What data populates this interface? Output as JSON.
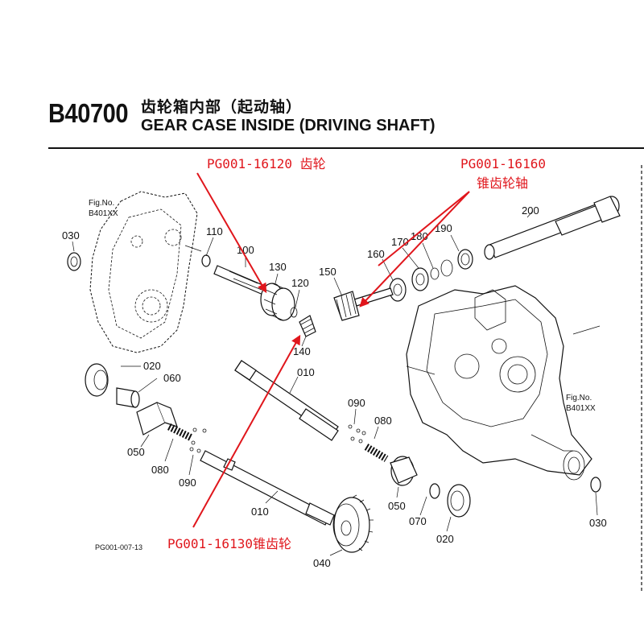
{
  "header": {
    "code": "B40700",
    "title_zh": "齿轮箱内部（起动轴）",
    "title_en": "GEAR CASE INSIDE (DRIVING SHAFT)"
  },
  "figure_refs": {
    "left": {
      "line1": "Fig.No.",
      "line2": "B401XX"
    },
    "right": {
      "line1": "Fig.No.",
      "line2": "B401XX"
    }
  },
  "drawing_id": "PG001-007-13",
  "callouts": {
    "c_030_left": "030",
    "c_110": "110",
    "c_100": "100",
    "c_130": "130",
    "c_120": "120",
    "c_140": "140",
    "c_150": "150",
    "c_160": "160",
    "c_170": "170",
    "c_180": "180",
    "c_190": "190",
    "c_200": "200",
    "c_020_left": "020",
    "c_060": "060",
    "c_050_left": "050",
    "c_080_left": "080",
    "c_090_left": "090",
    "c_010_top": "010",
    "c_090_right": "090",
    "c_080_right": "080",
    "c_050_right": "050",
    "c_010_bottom": "010",
    "c_070": "070",
    "c_020_right": "020",
    "c_040": "040",
    "c_030_right": "030"
  },
  "annotations": {
    "gear_16120": "PG001-16120 齿轮",
    "shaft_16160_code": "PG001-16160",
    "shaft_16160_name": "锥齿轮轴",
    "bevel_16130": "PG001-16130锥齿轮"
  },
  "colors": {
    "annotation": "#e0161c",
    "line": "#111111",
    "background": "#ffffff"
  }
}
